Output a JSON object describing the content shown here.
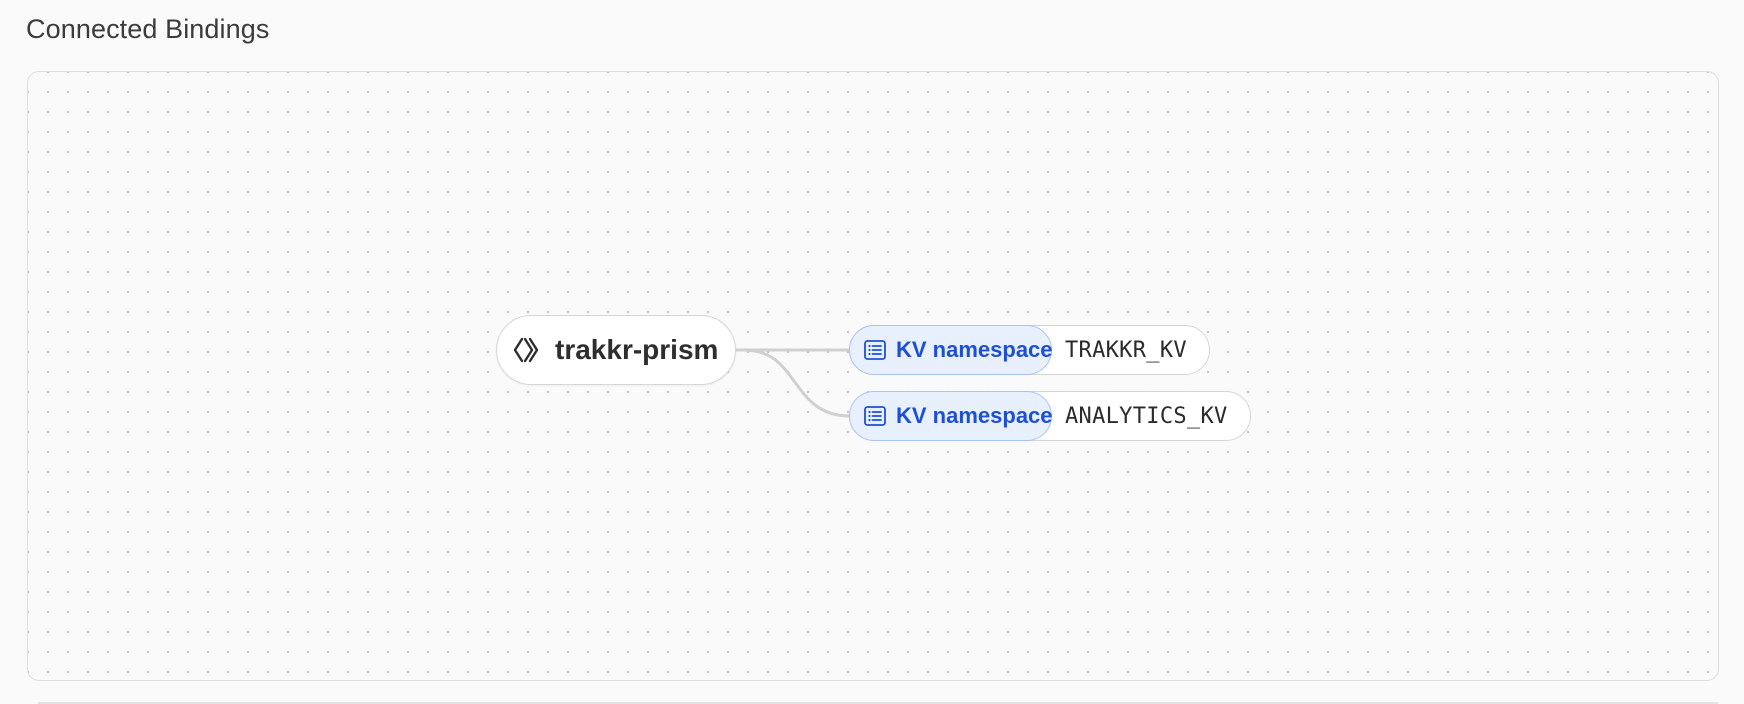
{
  "section": {
    "title": "Connected Bindings"
  },
  "graph": {
    "worker": {
      "name": "trakkr-prism",
      "icon": "code-brackets-icon"
    },
    "bindings": [
      {
        "type_label": "KV namespace",
        "name": "TRAKKR_KV",
        "icon": "list-icon"
      },
      {
        "type_label": "KV namespace",
        "name": "ANALYTICS_KV",
        "icon": "list-icon"
      }
    ]
  },
  "colors": {
    "badge_background": "#e8f0fe",
    "badge_border": "#a8c4f5",
    "badge_text": "#1d4fd6",
    "edge": "#d0d0d0",
    "grid_dot": "#c9c9c9"
  }
}
